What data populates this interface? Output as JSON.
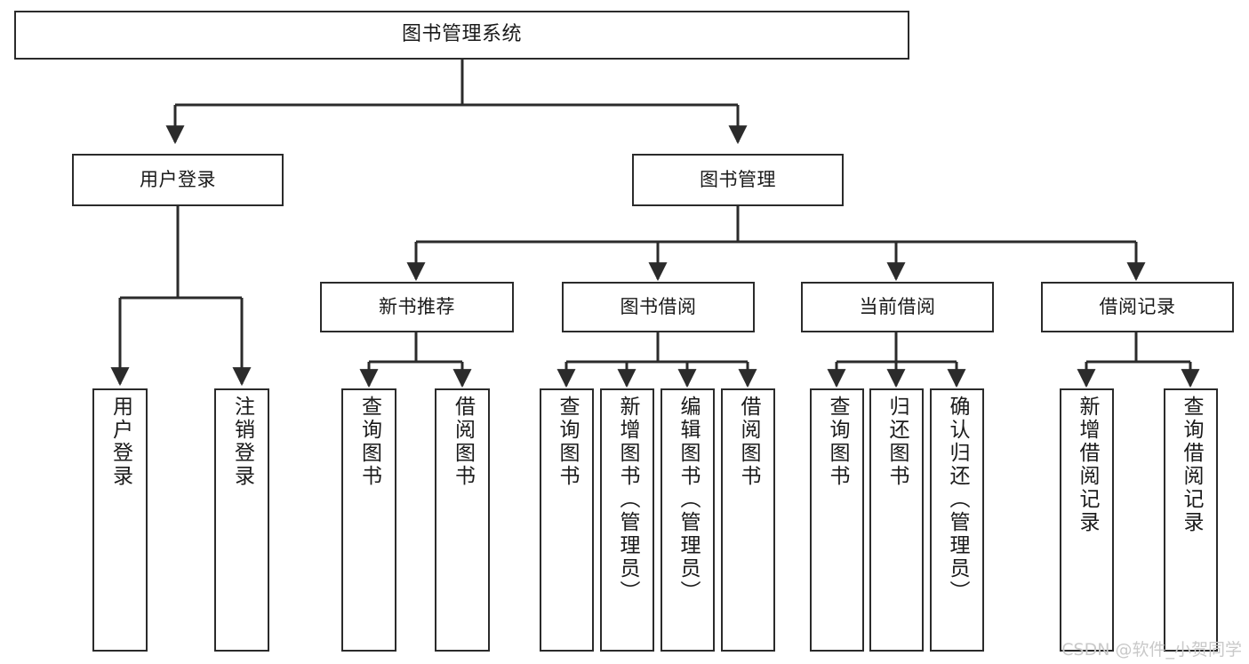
{
  "diagram": {
    "title": "图书管理系统",
    "type": "tree",
    "stroke_color": "#2b2b2b",
    "background_color": "#ffffff",
    "text_color": "#1a1a1a"
  },
  "watermark": {
    "text": "CSDN @软件_小贺同学",
    "color": "#c9c9c9"
  },
  "nodes": {
    "root": {
      "label": "图书管理系统"
    },
    "level2": [
      {
        "label": "用户登录"
      },
      {
        "label": "图书管理"
      }
    ],
    "level3": [
      {
        "label": "新书推荐"
      },
      {
        "label": "图书借阅"
      },
      {
        "label": "当前借阅"
      },
      {
        "label": "借阅记录"
      }
    ],
    "leaves_user_login": [
      {
        "label": "用户登录"
      },
      {
        "label": "注销登录"
      }
    ],
    "leaves_new_books": [
      {
        "label": "查询图书"
      },
      {
        "label": "借阅图书"
      }
    ],
    "leaves_borrow": [
      {
        "label": "查询图书"
      },
      {
        "label": "新增图书（管理员）"
      },
      {
        "label": "编辑图书（管理员）"
      },
      {
        "label": "借阅图书"
      }
    ],
    "leaves_current": [
      {
        "label": "查询图书"
      },
      {
        "label": "归还图书"
      },
      {
        "label": "确认归还（管理员）"
      }
    ],
    "leaves_records": [
      {
        "label": "新增借阅记录"
      },
      {
        "label": "查询借阅记录"
      }
    ]
  }
}
